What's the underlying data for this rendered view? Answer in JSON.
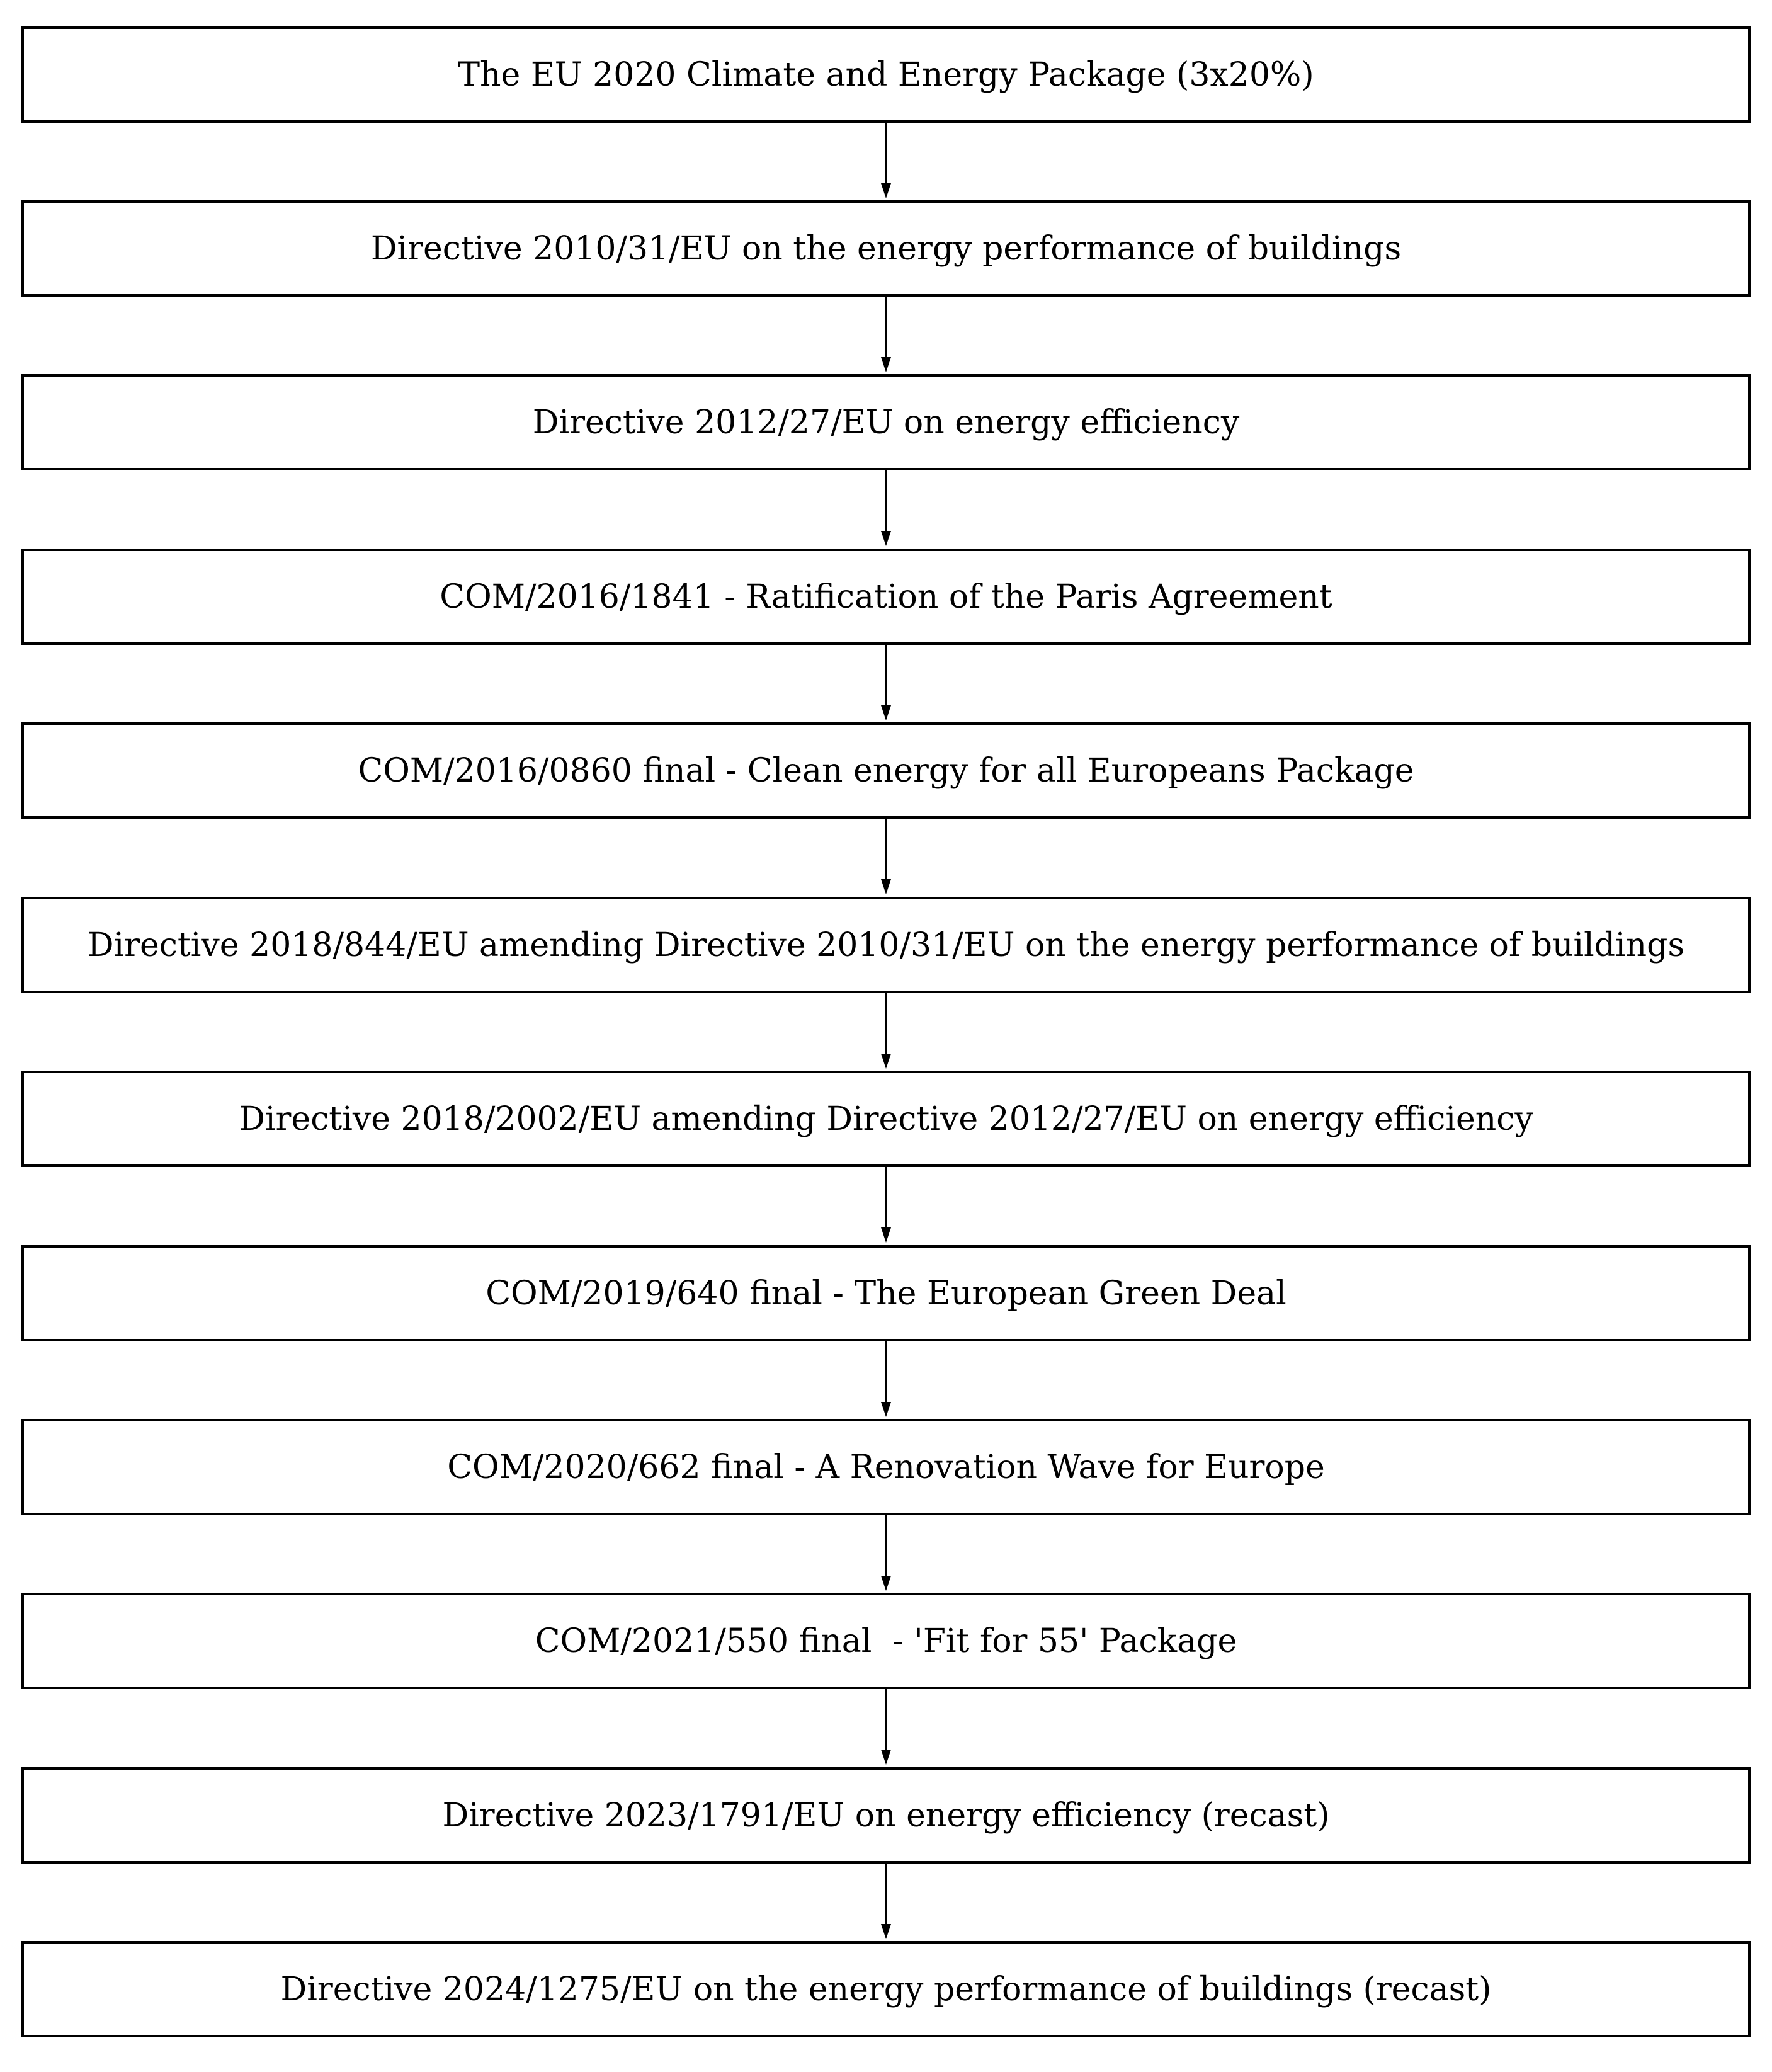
{
  "diagram": {
    "type": "vertical-flowchart",
    "line_color": "#000000",
    "box_fill": "#ffffff",
    "steps": [
      {
        "label": "The EU 2020 Climate and Energy Package (3x20%)"
      },
      {
        "label": "Directive 2010/31/EU on the energy performance of buildings"
      },
      {
        "label": "Directive 2012/27/EU on energy efficiency"
      },
      {
        "label": "COM/2016/1841 - Ratification of the Paris Agreement"
      },
      {
        "label": "COM/2016/0860 final - Clean energy for all Europeans Package"
      },
      {
        "label": "Directive 2018/844/EU amending Directive 2010/31/EU on the energy performance of buildings"
      },
      {
        "label": "Directive 2018/2002/EU amending Directive 2012/27/EU on energy efficiency"
      },
      {
        "label": "COM/2019/640 final - The European Green Deal"
      },
      {
        "label": "COM/2020/662 final - A Renovation Wave for Europe"
      },
      {
        "label": "COM/2021/550 final  - 'Fit for 55' Package"
      },
      {
        "label": "Directive 2023/1791/EU on energy efficiency (recast)"
      },
      {
        "label": "Directive 2024/1275/EU on the energy performance of buildings (recast)"
      }
    ]
  }
}
